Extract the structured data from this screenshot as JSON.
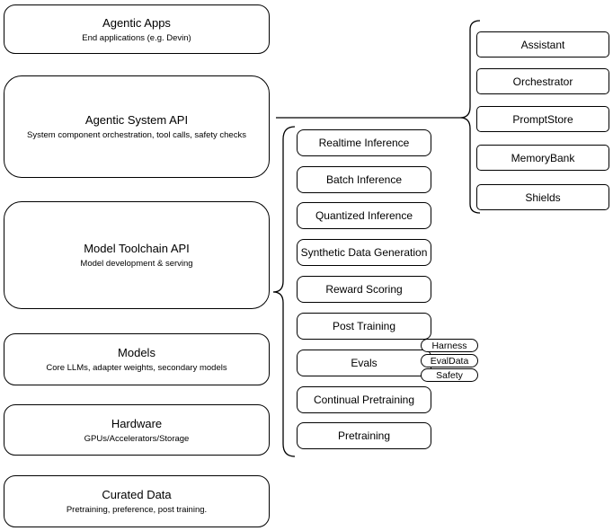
{
  "diagram": {
    "background_color": "#ffffff",
    "stroke_color": "#000000",
    "node_fill_color": "#ffffff",
    "stack": [
      {
        "title": "Agentic Apps",
        "subtitle": "End applications (e.g. Devin)"
      },
      {
        "title": "Agentic System API",
        "subtitle": "System component orchestration, tool calls, safety checks"
      },
      {
        "title": "Model Toolchain API",
        "subtitle": "Model development & serving"
      },
      {
        "title": "Models",
        "subtitle": "Core LLMs, adapter weights, secondary models"
      },
      {
        "title": "Hardware",
        "subtitle": "GPUs/Accelerators/Storage"
      },
      {
        "title": "Curated Data",
        "subtitle": "Pretraining, preference, post training."
      }
    ],
    "toolchain_items": [
      "Realtime Inference",
      "Batch Inference",
      "Quantized Inference",
      "Synthetic Data Generation",
      "Reward Scoring",
      "Post Training",
      "Evals",
      "Continual Pretraining",
      "Pretraining"
    ],
    "eval_tags": [
      "Harness",
      "EvalData",
      "Safety"
    ],
    "system_components": [
      "Assistant",
      "Orchestrator",
      "PromptStore",
      "MemoryBank",
      "Shields"
    ]
  }
}
